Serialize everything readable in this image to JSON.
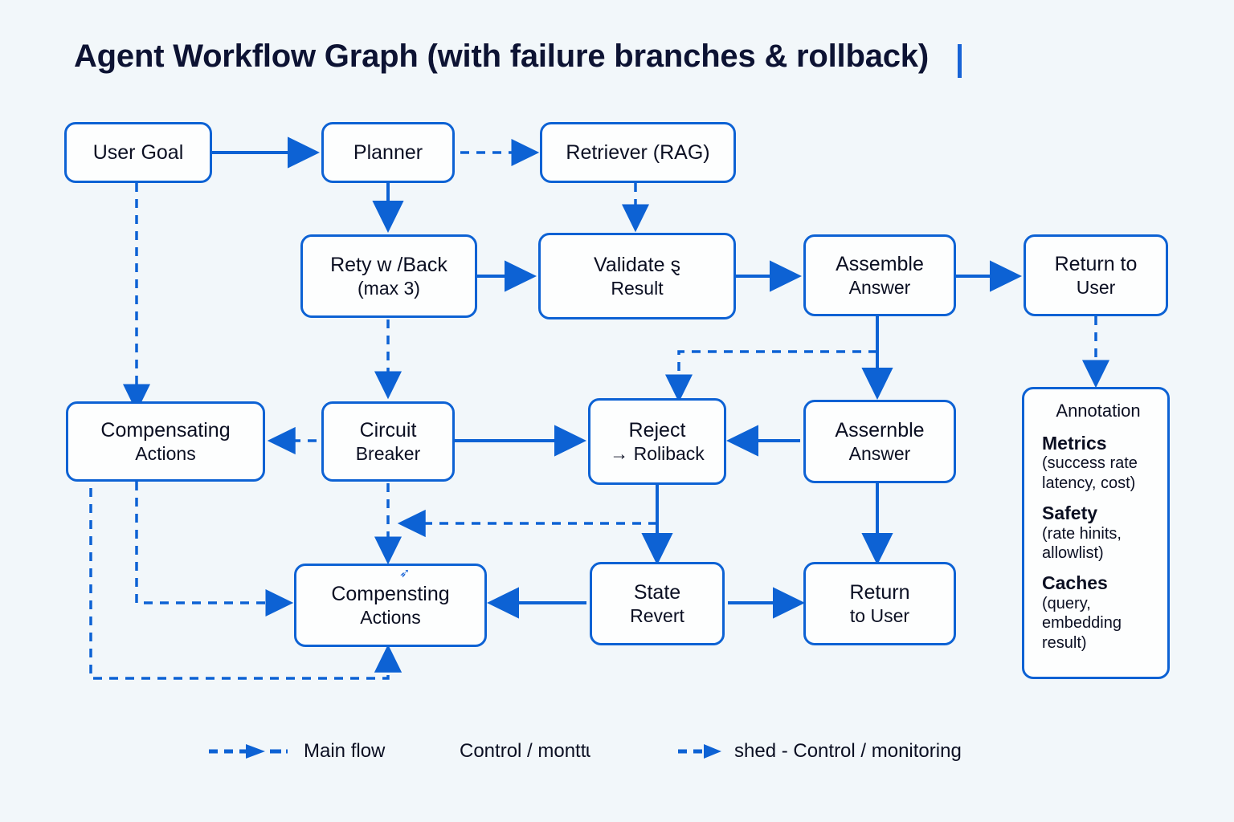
{
  "title": "Agent Workflow Graph (with failure branches & rollback)",
  "theme": {
    "background": "#f2f7fa",
    "node_fill": "#fdfefe",
    "node_stroke": "#0d62d4",
    "edge_color": "#0d62d4",
    "text_color": "#0b0f22",
    "title_color": "#0d1333",
    "caret_color": "#1763d6"
  },
  "nodes": [
    {
      "id": "user-goal",
      "label": "User Goal",
      "sub": ""
    },
    {
      "id": "planner",
      "label": "Planner",
      "sub": ""
    },
    {
      "id": "retriever-rag",
      "label": "Retriever (RAG)",
      "sub": ""
    },
    {
      "id": "retry-backoff",
      "label": "Rety w /Back",
      "sub": "(max 3)"
    },
    {
      "id": "validate-result",
      "label": "Validate ȿ",
      "sub": "Result"
    },
    {
      "id": "assemble-answer-top",
      "label": "Assemble",
      "sub": "Answer"
    },
    {
      "id": "return-to-user-top",
      "label": "Return to",
      "sub": "User"
    },
    {
      "id": "compensating-actions",
      "label": "Compensating",
      "sub": "Actions"
    },
    {
      "id": "circuit-breaker",
      "label": "Circuit",
      "sub": "Breaker"
    },
    {
      "id": "reject-rollback",
      "label": "Reject",
      "sub": "→ Roliback"
    },
    {
      "id": "assemble-answer-mid",
      "label": "Assernble",
      "sub": "Answer"
    },
    {
      "id": "compensting-actions",
      "label": "Compensting",
      "sub": "Actions"
    },
    {
      "id": "state-revert",
      "label": "State",
      "sub": "Revert"
    },
    {
      "id": "return-to-user-bot",
      "label": "Return",
      "sub": "to User"
    }
  ],
  "annotation": {
    "heading": "Annotation",
    "blocks": [
      {
        "heading": "Metrics",
        "text": "(success rate\nlatency, cost)"
      },
      {
        "heading": "Safety",
        "text": "(rate hinits,\nallowlist)"
      },
      {
        "heading": "Caches",
        "text": "(query,\nembedding\nresult)"
      }
    ]
  },
  "legend": [
    {
      "id": "main-flow",
      "label": "Main flow",
      "style": "dashed-arrow"
    },
    {
      "id": "control-monitoring",
      "label": "Control / monttɩ",
      "style": "text-only"
    },
    {
      "id": "shed-control",
      "label": "shed - Control / monitoring",
      "style": "dashed-arrow"
    }
  ]
}
